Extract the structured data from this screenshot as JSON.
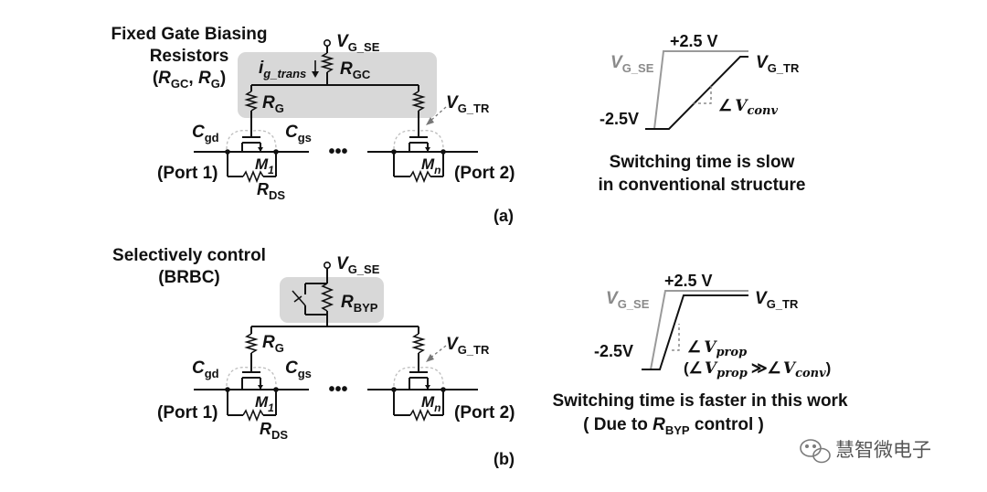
{
  "panel_a": {
    "title_line1": "Fixed Gate Biasing",
    "title_line2": "Resistors",
    "title_line3": "(R GC, RG)",
    "title_r1": "R",
    "title_r1_sub": "GC",
    "title_sep": ", ",
    "title_r2": "R",
    "title_r2_sub": "G",
    "vg_se_main": "V",
    "vg_se_sub": "G_SE",
    "rgc_main": "R",
    "rgc_sub": "GC",
    "ig_main": "i",
    "ig_sub": "g_trans",
    "rg_main": "R",
    "rg_sub": "G",
    "vg_tr_main": "V",
    "vg_tr_sub": "G_TR",
    "cgd_main": "C",
    "cgd_sub": "gd",
    "cgs_main": "C",
    "cgs_sub": "gs",
    "m1_main": "M",
    "m1_sub": "1",
    "mn_main": "M",
    "mn_sub": "n",
    "rds_main": "R",
    "rds_sub": "DS",
    "port1": "(Port 1)",
    "port2": "(Port 2)",
    "ellipsis": "•••",
    "label": "(a)"
  },
  "panel_b": {
    "title_line1": "Selectively control",
    "title_line2": "(BRBC)",
    "vg_se_main": "V",
    "vg_se_sub": "G_SE",
    "rbyp_main": "R",
    "rbyp_sub": "BYP",
    "rg_main": "R",
    "rg_sub": "G",
    "vg_tr_main": "V",
    "vg_tr_sub": "G_TR",
    "cgd_main": "C",
    "cgd_sub": "gd",
    "cgs_main": "C",
    "cgs_sub": "gs",
    "m1_main": "M",
    "m1_sub": "1",
    "mn_main": "M",
    "mn_sub": "n",
    "rds_main": "R",
    "rds_sub": "DS",
    "port1": "(Port 1)",
    "port2": "(Port 2)",
    "ellipsis": "•••",
    "label": "(b)"
  },
  "wave_a": {
    "high": "+2.5 V",
    "low": "-2.5V",
    "vg_se_main": "V",
    "vg_se_sub": "G_SE",
    "vg_tr_main": "V",
    "vg_tr_sub": "G_TR",
    "angle_symbol": "∠",
    "angle_main": "V",
    "angle_sub": "conv",
    "caption_line1": "Switching time is slow",
    "caption_line2": "in conventional structure"
  },
  "wave_b": {
    "high": "+2.5 V",
    "low": "-2.5V",
    "vg_se_main": "V",
    "vg_se_sub": "G_SE",
    "vg_tr_main": "V",
    "vg_tr_sub": "G_TR",
    "angle_symbol": "∠",
    "angle_main": "V",
    "angle_sub": "prop",
    "compare_open": "(∠",
    "compare_main1": "V",
    "compare_sub1": "prop",
    "compare_op": "≫∠",
    "compare_main2": "V",
    "compare_sub2": "conv",
    "compare_close": ")",
    "caption_line1": "Switching time is faster in this work",
    "caption_line2_a": "( Due to ",
    "caption_r": "R",
    "caption_r_sub": "BYP",
    "caption_line2_b": " control )"
  },
  "watermark": "慧智微电子"
}
